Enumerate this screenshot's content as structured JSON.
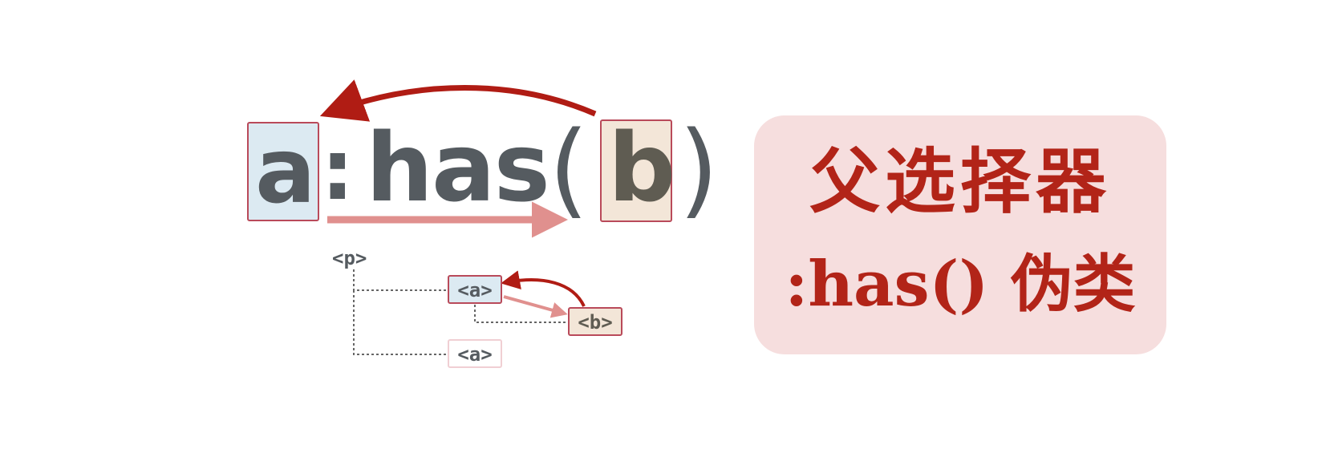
{
  "selector": {
    "a": "a",
    "colon": ":",
    "has": "has",
    "paren_open": "(",
    "b": "b",
    "paren_close": ")"
  },
  "tree": {
    "p_tag": "<p>",
    "a_tag": "<a>",
    "b_tag": "<b>",
    "a2_tag": "<a>"
  },
  "card": {
    "line1": "父选择器",
    "line2": ":has() 伪类"
  },
  "colors": {
    "arrow_dark": "#b01c14",
    "arrow_light": "#e0908e",
    "a_box": "#dceaf2",
    "b_box": "#f3e6d8",
    "card_bg": "#f6dede",
    "card_text": "#b22418"
  }
}
